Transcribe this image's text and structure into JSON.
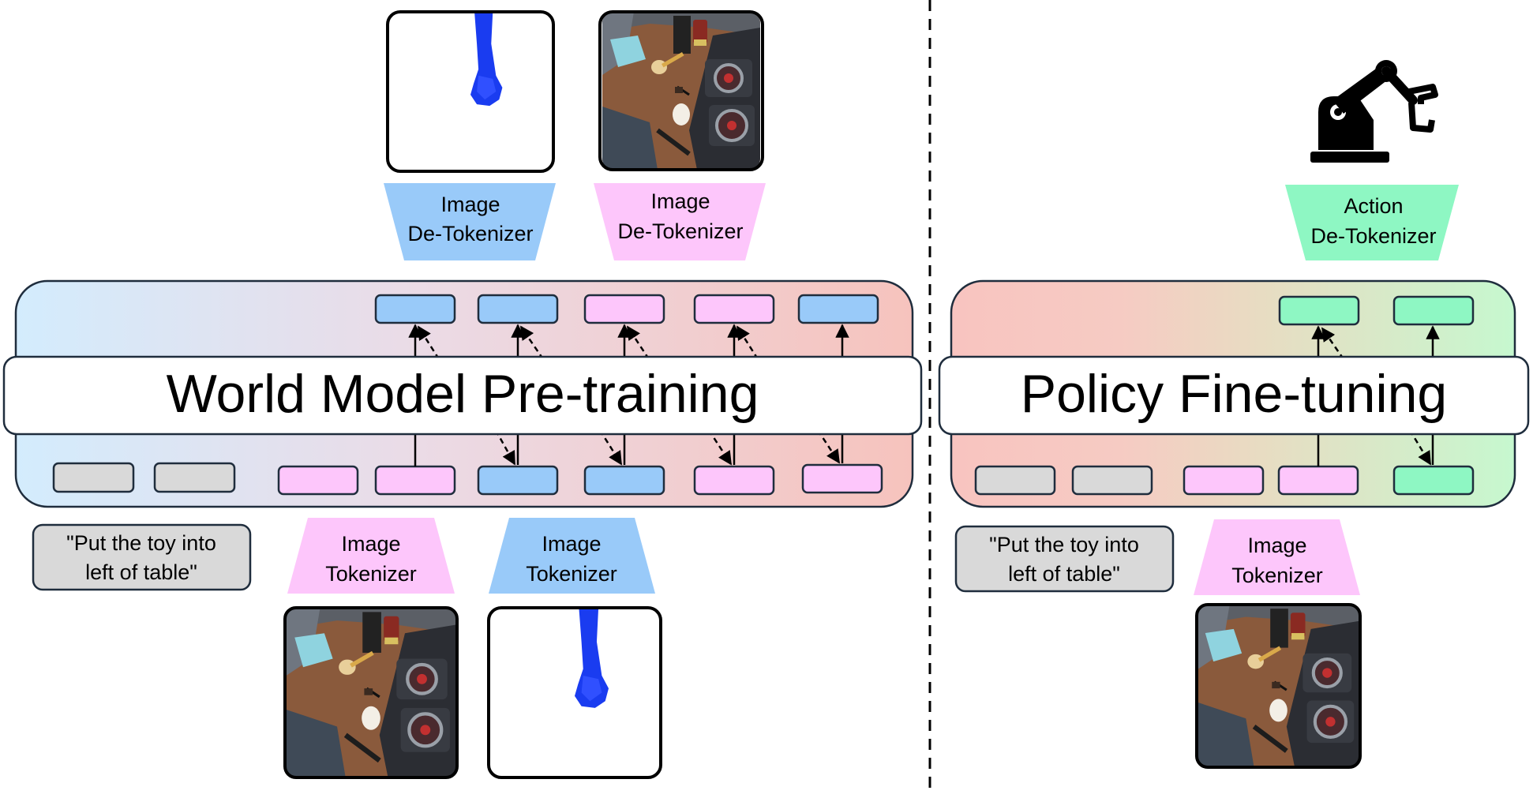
{
  "colors": {
    "blue": "#99caf9",
    "pink": "#fdc6fb",
    "green": "#8ef7c3",
    "gray": "#d9d9d9",
    "salmon": "#f6c3bd",
    "light_blue_bg": "#d3ecfd",
    "light_green_bg": "#c6f8cf",
    "blue_mask": "#1a3cf0"
  },
  "pretraining": {
    "title": "World Model Pre-training",
    "instruction": "\"Put the toy into left of table\"",
    "instruction_line1": "\"Put the toy into",
    "instruction_line2": "left of table\"",
    "detokenizer_blue": {
      "line1": "Image",
      "line2": "De-Tokenizer"
    },
    "detokenizer_pink": {
      "line1": "Image",
      "line2": "De-Tokenizer"
    },
    "tokenizer_pink": {
      "line1": "Image",
      "line2": "Tokenizer"
    },
    "tokenizer_blue": {
      "line1": "Image",
      "line2": "Tokenizer"
    }
  },
  "finetuning": {
    "title": "Policy Fine-tuning",
    "instruction": "\"Put the toy into left of table\"",
    "instruction_line1": "\"Put the toy into",
    "instruction_line2": "left of table\"",
    "detokenizer_green": {
      "line1": "Action",
      "line2": "De-Tokenizer"
    },
    "tokenizer_pink": {
      "line1": "Image",
      "line2": "Tokenizer"
    }
  },
  "icons": {
    "robot_arm": "robot-arm-icon",
    "scene_image": "kitchen-scene-image",
    "mask_image": "arm-mask-image"
  }
}
